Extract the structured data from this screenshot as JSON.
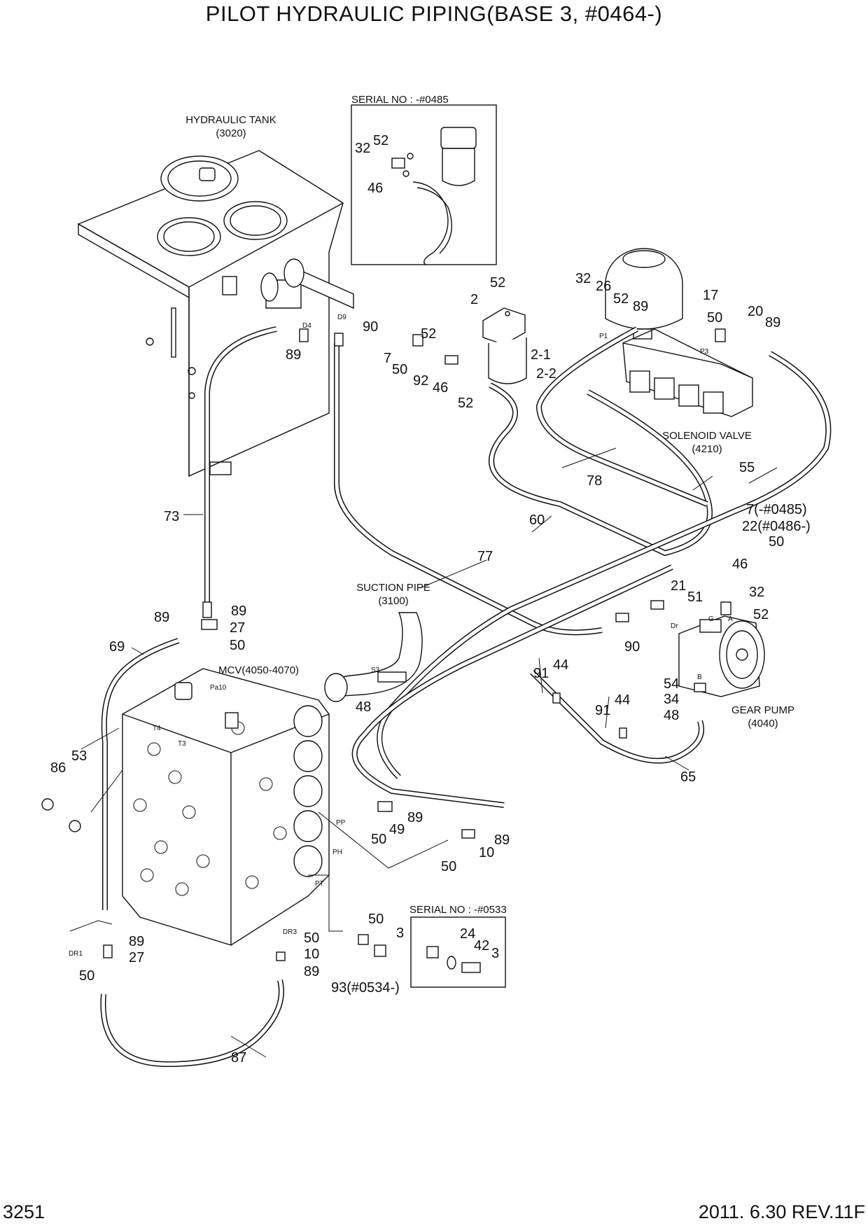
{
  "header": {
    "title": "PILOT HYDRAULIC PIPING(BASE 3, #0464-)"
  },
  "footer": {
    "page_number": "3251",
    "revision": "2011. 6.30  REV.11F"
  },
  "components": {
    "hydraulic_tank": {
      "name": "HYDRAULIC TANK",
      "code": "(3020)"
    },
    "solenoid_valve": {
      "name": "SOLENOID VALVE",
      "code": "(4210)"
    },
    "suction_pipe": {
      "name": "SUCTION PIPE",
      "code": "(3100)"
    },
    "gear_pump": {
      "name": "GEAR PUMP",
      "code": "(4040)"
    },
    "mcv": {
      "name": "MCV(4050-4070)"
    }
  },
  "insets": {
    "filter": {
      "title": "SERIAL NO : -#0485",
      "labels": [
        "52",
        "32",
        "46"
      ]
    },
    "sensor": {
      "title": "SERIAL NO : -#0533",
      "labels": [
        "24",
        "42",
        "3"
      ]
    }
  },
  "port_labels": [
    "D9",
    "D4",
    "P1",
    "P3",
    "S3",
    "Pa10",
    "T4",
    "T3",
    "PP",
    "PH",
    "PT",
    "DR3",
    "DR1",
    "Dr",
    "G",
    "A",
    "B"
  ],
  "callouts": [
    "90",
    "89",
    "52",
    "2",
    "32",
    "26",
    "52",
    "89",
    "17",
    "50",
    "20",
    "89",
    "52",
    "7",
    "50",
    "2-1",
    "92",
    "46",
    "2-2",
    "52",
    "55",
    "78",
    "73",
    "60",
    "7(-#0485)",
    "22(#0486-)",
    "50",
    "46",
    "77",
    "21",
    "51",
    "32",
    "52",
    "89",
    "89",
    "27",
    "50",
    "90",
    "69",
    "91",
    "44",
    "54",
    "34",
    "48",
    "91",
    "44",
    "65",
    "48",
    "86",
    "53",
    "89",
    "49",
    "50",
    "89",
    "50",
    "10",
    "50",
    "3",
    "89",
    "27",
    "50",
    "10",
    "50",
    "89",
    "93(#0534-)",
    "87"
  ]
}
